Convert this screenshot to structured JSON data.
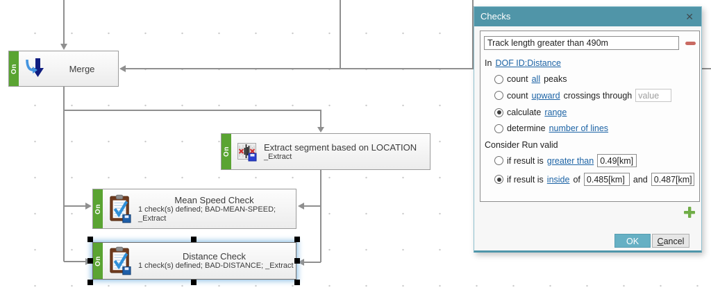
{
  "canvas": {
    "nodes": {
      "merge": {
        "badge": "On",
        "title": "Merge"
      },
      "extract": {
        "badge": "On",
        "title": "Extract segment based on LOCATION",
        "subtitle": "_Extract"
      },
      "mean_speed": {
        "badge": "On",
        "title": "Mean Speed Check",
        "line2": "1 check(s) defined; BAD-MEAN-SPEED;",
        "line3": "_Extract"
      },
      "distance": {
        "badge": "On",
        "title": "Distance Check",
        "line2": "1 check(s) defined; BAD-DISTANCE; _Extract"
      }
    }
  },
  "dialog": {
    "title": "Checks",
    "close": "✕",
    "check_name": "Track length greater than 490m",
    "in_prefix": "In",
    "dof_link": "DOF ID:Distance",
    "options": {
      "o1": {
        "prefix": "count",
        "link": "all",
        "suffix": "peaks"
      },
      "o2": {
        "prefix": "count",
        "link": "upward",
        "suffix": "crossings through",
        "placeholder": "value"
      },
      "o3": {
        "prefix": "calculate",
        "link": "range"
      },
      "o4": {
        "prefix": "determine",
        "link": "number of lines"
      }
    },
    "consider_label": "Consider Run valid",
    "valid": {
      "v1": {
        "prefix": "if result is",
        "link": "greater than",
        "value": "0.49[km]"
      },
      "v2": {
        "prefix": "if result is",
        "link": "inside",
        "mid": "of",
        "value1": "0.485[km]",
        "and_label": "and",
        "value2": "0.487[km]"
      }
    },
    "ok_label": "OK",
    "cancel_initial": "C",
    "cancel_rest": "ancel"
  },
  "colors": {
    "accent_teal": "#5095a8",
    "node_green": "#5aa432",
    "link_blue": "#1c63a5",
    "minus_red": "#c96a62",
    "plus_green": "#70ad47",
    "connector_grey": "#8f8f8f"
  }
}
